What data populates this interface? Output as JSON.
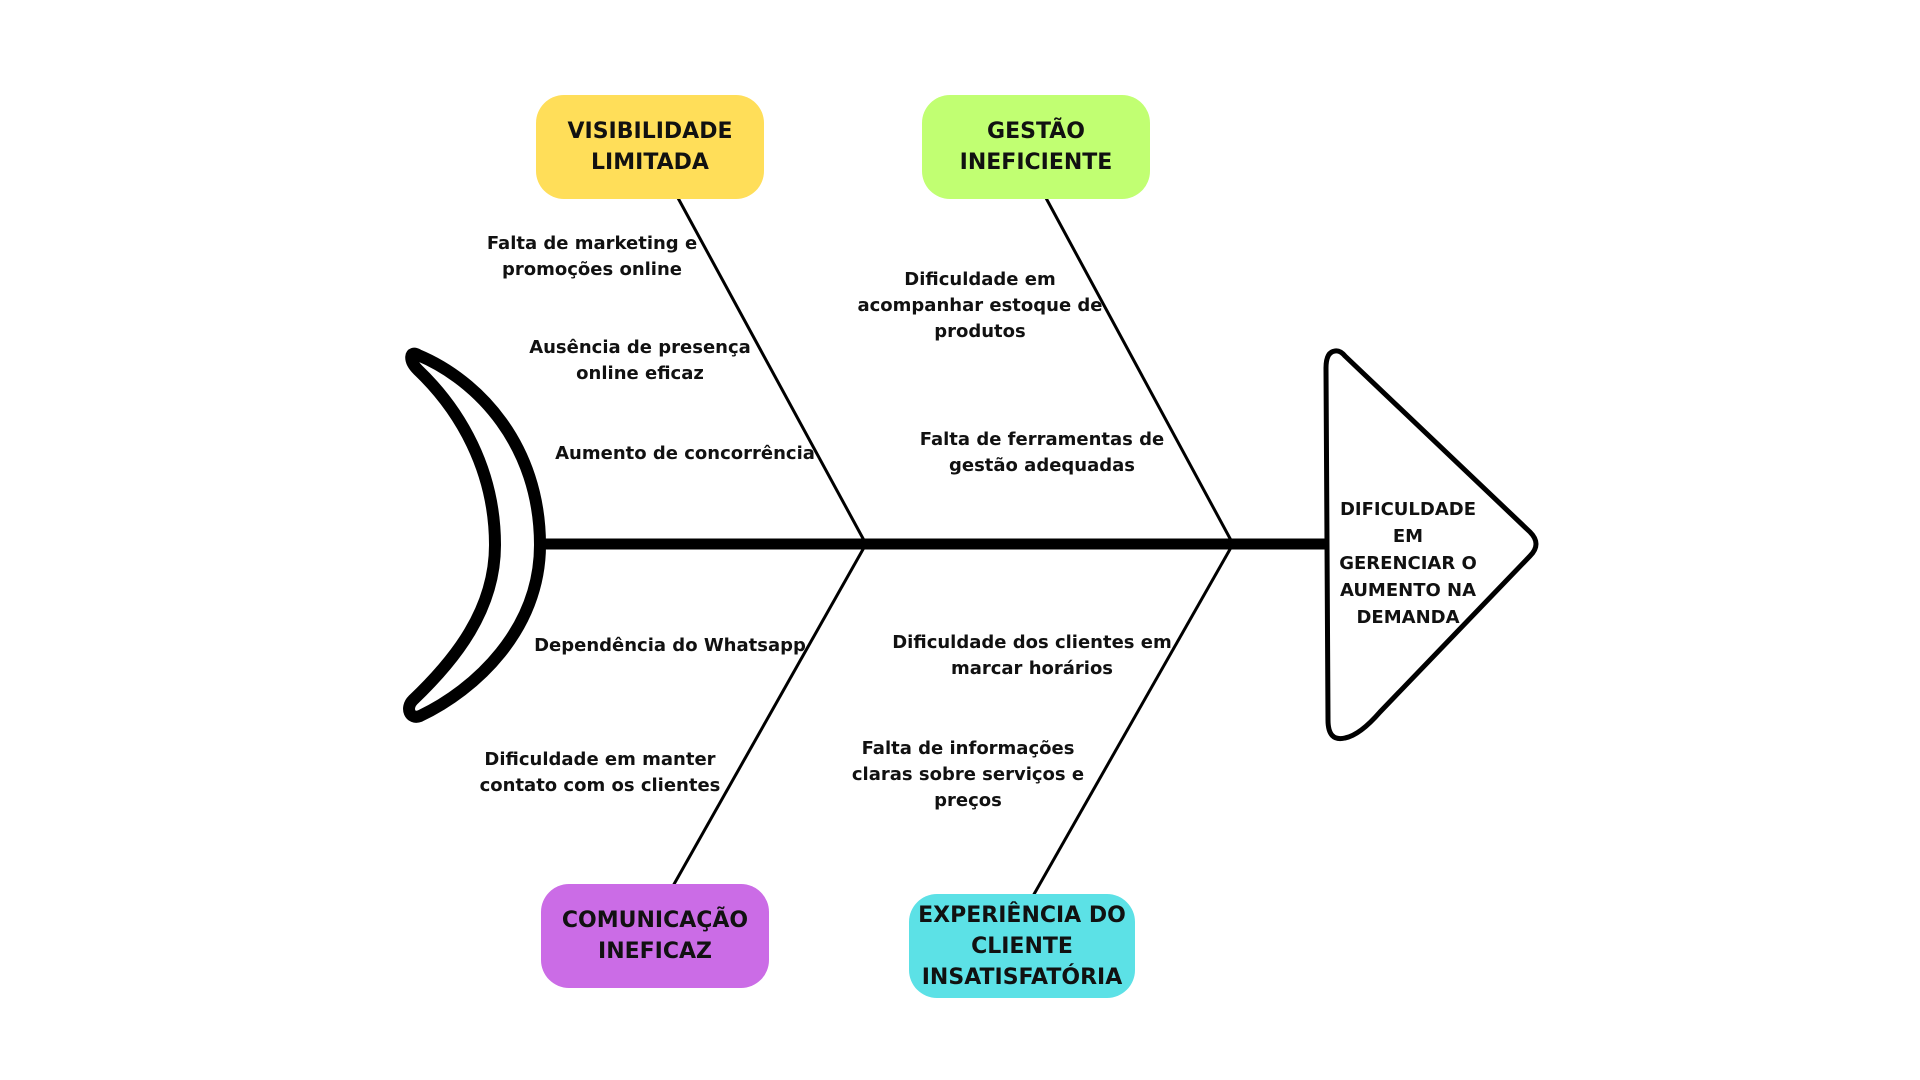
{
  "problem": "DIFICULDADE EM\nGERENCIAR O\nAUMENTO NA\nDEMANDA",
  "categories": [
    {
      "key": "visibilidade",
      "label": "VISIBILIDADE\nLIMITADA",
      "color": "#FFDE59",
      "causes": [
        "Falta de marketing e\npromoções online",
        "Ausência de presença\nonline eficaz",
        "Aumento de concorrência"
      ]
    },
    {
      "key": "gestao",
      "label": "GESTÃO\nINEFICIENTE",
      "color": "#C1FF72",
      "causes": [
        "Dificuldade em\nacompanhar estoque de\nprodutos",
        "Falta de ferramentas de\ngestão adequadas"
      ]
    },
    {
      "key": "comunicacao",
      "label": "COMUNICAÇÃO\nINEFICAZ",
      "color": "#CB6CE6",
      "causes": [
        "Dependência do Whatsapp",
        "Dificuldade em manter\ncontato com os clientes"
      ]
    },
    {
      "key": "experiencia",
      "label": "EXPERIÊNCIA DO\nCLIENTE\nINSATISFATÓRIA",
      "color": "#5CE1E6",
      "causes": [
        "Dificuldade dos clientes em\nmarcar horários",
        "Falta de informações\nclaras sobre serviços e\npreços"
      ]
    }
  ]
}
